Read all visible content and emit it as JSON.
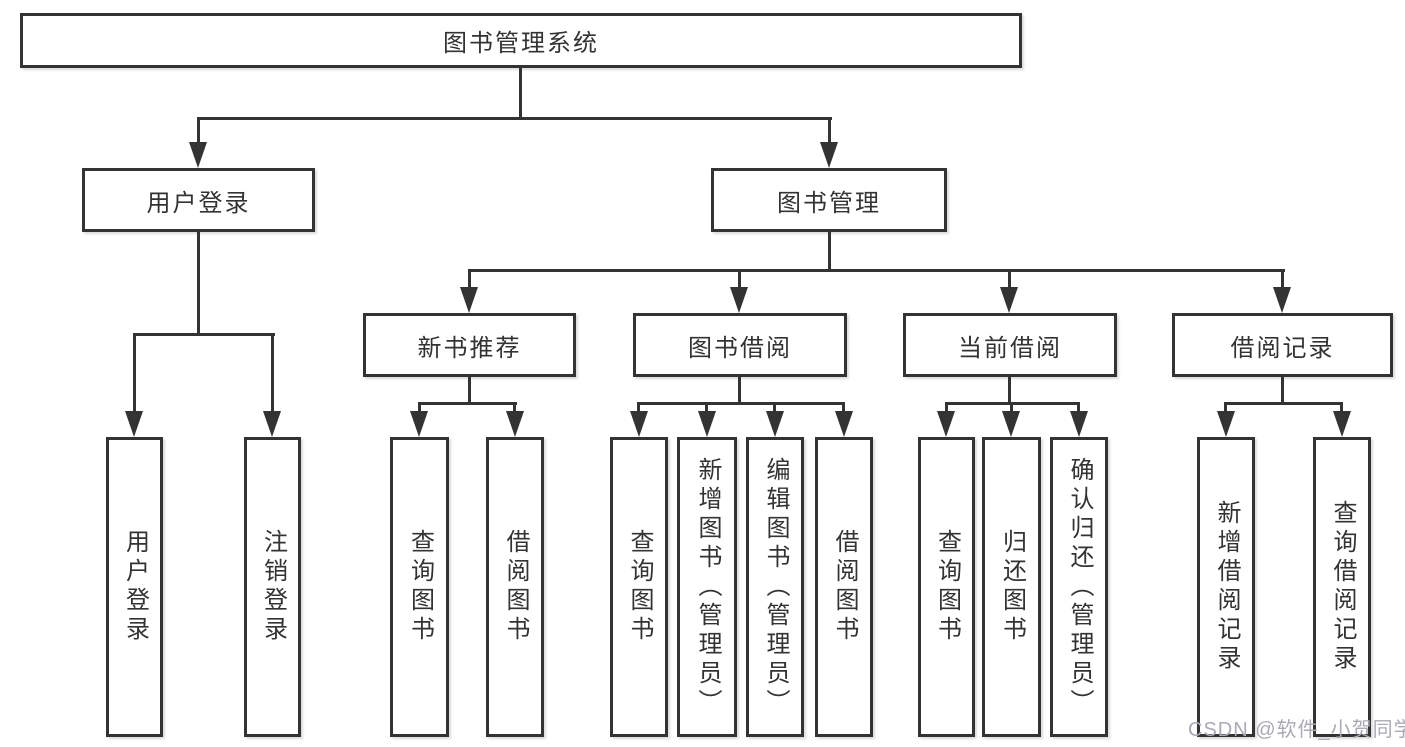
{
  "colors": {
    "line": "#333333",
    "text": "#333333",
    "box_background": "#ffffff",
    "page_background": "#ffffff",
    "watermark": "#a9aab4"
  },
  "watermark": "CSDN @软件_小贺同学",
  "tree": {
    "root": {
      "label": "图书管理系统"
    },
    "branches": [
      {
        "label": "用户登录",
        "leaves": [
          {
            "label": "用户登录"
          },
          {
            "label": "注销登录"
          }
        ]
      },
      {
        "label": "图书管理",
        "groups": [
          {
            "label": "新书推荐",
            "leaves": [
              {
                "label": "查询图书"
              },
              {
                "label": "借阅图书"
              }
            ]
          },
          {
            "label": "图书借阅",
            "leaves": [
              {
                "label": "查询图书"
              },
              {
                "label": "新增图书（管理员）"
              },
              {
                "label": "编辑图书（管理员）"
              },
              {
                "label": "借阅图书"
              }
            ]
          },
          {
            "label": "当前借阅",
            "leaves": [
              {
                "label": "查询图书"
              },
              {
                "label": "归还图书"
              },
              {
                "label": "确认归还（管理员）"
              }
            ]
          },
          {
            "label": "借阅记录",
            "leaves": [
              {
                "label": "新增借阅记录"
              },
              {
                "label": "查询借阅记录"
              }
            ]
          }
        ]
      }
    ]
  }
}
